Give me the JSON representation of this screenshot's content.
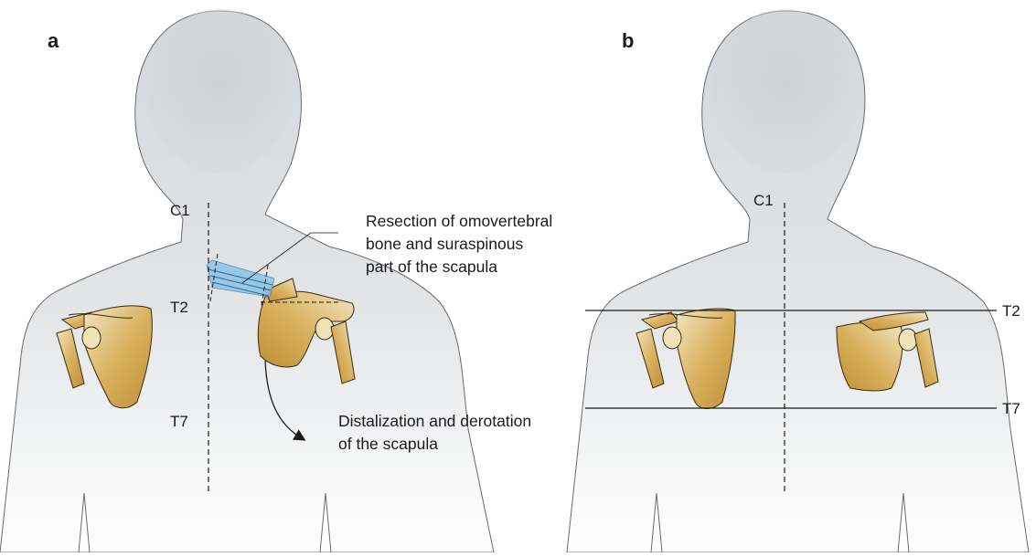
{
  "colors": {
    "body_fill": "#d4d7da",
    "body_light": "#eef0f1",
    "body_outline": "#6a6a6a",
    "bone_dark": "#c69a3e",
    "bone_light": "#f1e2b8",
    "bone_outline": "#3a2a10",
    "resection": "#8cc4ea",
    "line": "#1a1a1a"
  },
  "panel_a": {
    "letter": "a",
    "labels": {
      "c1": "C1",
      "t2": "T2",
      "t7": "T7"
    },
    "annotation_resection": {
      "line1": "Resection of omovertebral",
      "line2": "bone and suraspinous",
      "line3": "part of the scapula"
    },
    "annotation_distalization": {
      "line1": "Distalization and derotation",
      "line2": "of the scapula"
    }
  },
  "panel_b": {
    "letter": "b",
    "labels": {
      "c1": "C1",
      "t2": "T2",
      "t7": "T7"
    }
  }
}
